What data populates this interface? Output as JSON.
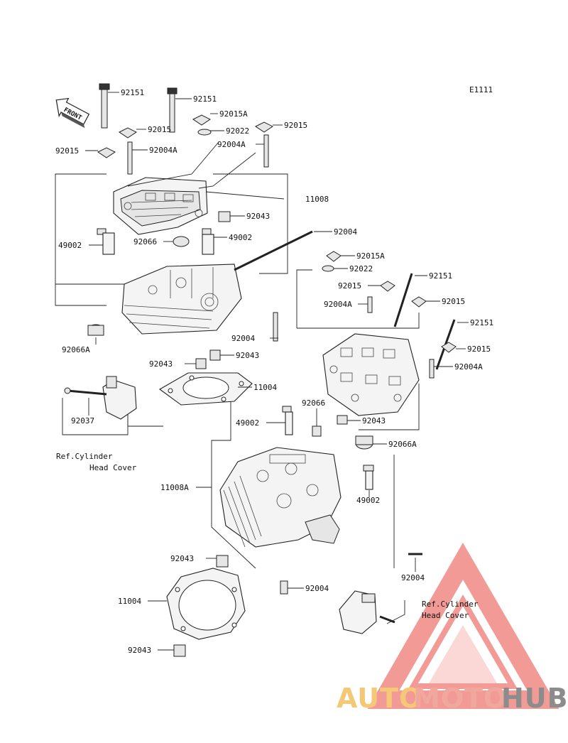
{
  "diagram": {
    "code": "E1111",
    "front_label": "FRONT",
    "labels": {
      "l_92151_a": "92151",
      "l_92151_b": "92151",
      "l_92015A_a": "92015A",
      "l_92015_a": "92015",
      "l_92015_b": "92015",
      "l_92022_a": "92022",
      "l_92015_c": "92015",
      "l_92004A_a": "92004A",
      "l_92004A_b": "92004A",
      "l_11008": "11008",
      "l_92043_a": "92043",
      "l_49002_a": "49002",
      "l_92066": "92066",
      "l_49002_b": "49002",
      "l_92004_a": "92004",
      "l_92015A_b": "92015A",
      "l_92022_b": "92022",
      "l_92151_c": "92151",
      "l_92015_d": "92015",
      "l_92004A_c": "92004A",
      "l_92015_e": "92015",
      "l_92151_d": "92151",
      "l_92066A_a": "92066A",
      "l_92004_b": "92004",
      "l_92015_f": "92015",
      "l_92004A_d": "92004A",
      "l_92043_b": "92043",
      "l_92043_c": "92043",
      "l_11004_a": "11004",
      "l_92037": "92037",
      "l_ref1_line1": "Ref.Cylinder",
      "l_ref1_line2": "Head Cover",
      "l_49002_c": "49002",
      "l_92066_b": "92066",
      "l_92043_d": "92043",
      "l_92066A_b": "92066A",
      "l_11008A": "11008A",
      "l_49002_d": "49002",
      "l_92043_e": "92043",
      "l_92004_c": "92004",
      "l_92004_d": "92004",
      "l_11004_b": "11004",
      "l_ref2_line1": "Ref.Cylinder",
      "l_ref2_line2": "Head Cover",
      "l_92043_f": "92043"
    }
  },
  "watermark": {
    "text_a": "AUTO",
    "text_b": "MOTO",
    "text_c": "HUB",
    "color_a": "#f5c878",
    "color_b": "#f0a89c",
    "color_c": "#8c8c8c",
    "triangle_color": "#f08a84"
  }
}
